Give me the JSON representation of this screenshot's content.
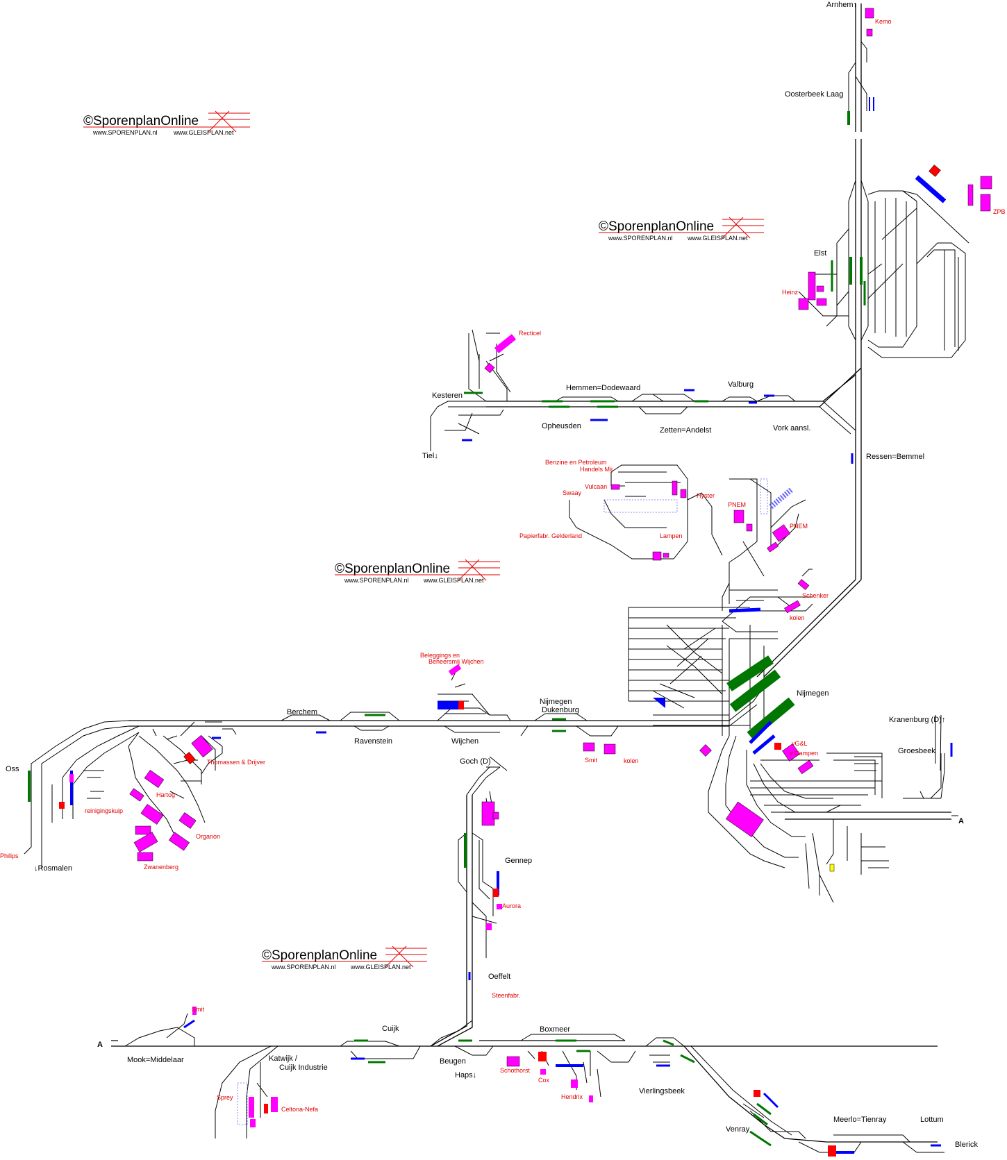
{
  "map": {
    "title": "",
    "colors": {
      "track": "#000000",
      "platform": "#007700",
      "platform_alt": "#0000ff",
      "industry": "#ff00ff",
      "industry_alt": "#ff0000",
      "label_industry": "#e00000"
    }
  },
  "logo": {
    "brand": "©SporenplanOnline",
    "url1": "www.SPORENPLAN.nl",
    "url2": "www.GLEISPLAN.net"
  },
  "stations": {
    "arnhem": "Arnhem↑",
    "oosterbeek": "Oosterbeek Laag",
    "elst": "Elst",
    "kesteren": "Kesteren",
    "hemmen": "Hemmen=Dodewaard",
    "valburg": "Valburg",
    "opheusden": "Opheusden",
    "zetten": "Zetten=Andelst",
    "vork": "Vork aansl.",
    "tiel": "Tiel↓",
    "ressen": "Ressen=Bemmel",
    "nijmegen": "Nijmegen",
    "kranenburg": "Kranenburg (D)↑",
    "groesbeek": "Groesbeek",
    "berchem": "Berchem",
    "ravenstein": "Ravenstein",
    "wijchen": "Wijchen",
    "dukenburg_1": "Nijmegen",
    "dukenburg_2": "Dukenburg",
    "oss": "Oss",
    "rosmalen": "↓Rosmalen",
    "goch": "Goch (D)",
    "gennep": "Gennep",
    "oeffelt": "Oeffelt",
    "cuijk": "Cuijk",
    "boxmeer": "Boxmeer",
    "mook": "Mook=Middelaar",
    "beugen": "Beugen",
    "haps": "Haps↓",
    "katwijk_1": "Katwijk /",
    "katwijk_2": "Cuijk Industrie",
    "vierlingsbeek": "Vierlingsbeek",
    "venray": "Venray",
    "meerlo": "Meerlo=Tienray",
    "lottum": "Lottum",
    "blerick": "Blerick",
    "a_right": "A",
    "a_left": "A"
  },
  "industries": {
    "kemo": "Kemo",
    "zpb": "ZPB",
    "heinz": "Heinz",
    "recticel": "Recticel",
    "benzine_1": "Benzine  en  Petroleum",
    "benzine_2": "Handels Mij",
    "vulcaan": "Vulcaan",
    "swaay": "Swaay",
    "hyster": "Hyster",
    "pnem1": "PNEM",
    "pnem2": "PNEM",
    "papier": "Papierfabr. Gelderland",
    "lampen": "Lampen",
    "schenker": "Schenker",
    "kolen1": "kolen",
    "beleggings_1": "Beleggings en",
    "beleggings_2": "Beheersmij Wijchen",
    "thomassen": "Thomassen & Drijver",
    "hartog": "Hartog",
    "reiniging_1": "reinigingskuip",
    "organon": "Organon",
    "zwanenberg": "Zwanenberg",
    "philips": "Philips",
    "smit1": "Smit",
    "kolen2": "kolen",
    "vgsl": "vG&L",
    "vcampen": "v Campen",
    "aurora": "Aurora",
    "steenfabr": "Steenfabr.",
    "smit2": "Smit",
    "sprey": "Sprey",
    "celtona": "Celtona-Nefa",
    "schothorst": "Schothorst",
    "cox": "Cox",
    "hendrix": "Hendrix"
  }
}
